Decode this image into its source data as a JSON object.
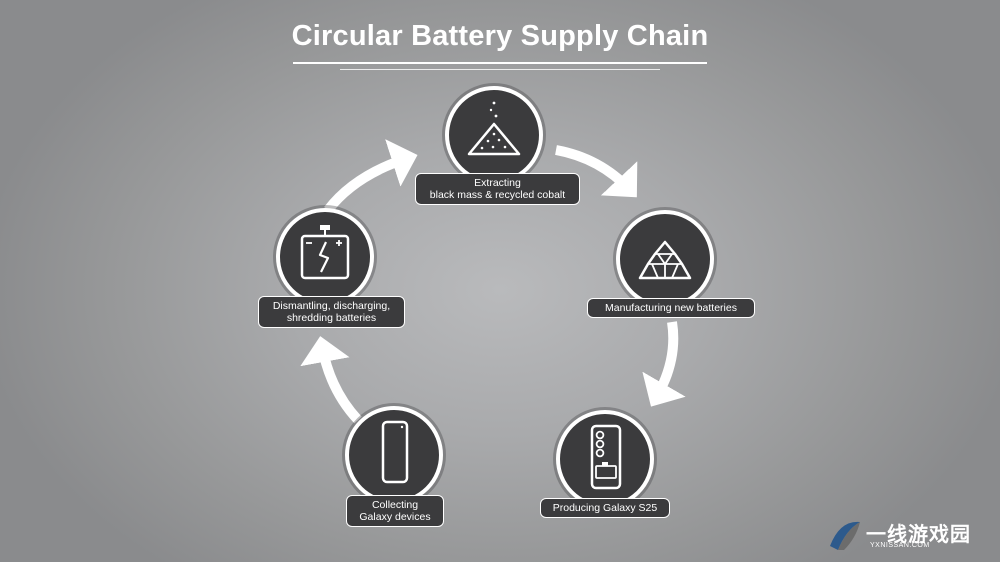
{
  "title": "Circular Battery Supply Chain",
  "steps": [
    {
      "line1": "Extracting",
      "line2": "black mass & recycled cobalt",
      "icon": "powder-pile-icon"
    },
    {
      "line1": "Manufacturing new batteries",
      "line2": "",
      "icon": "battery-materials-pile-icon"
    },
    {
      "line1": "Producing Galaxy S25",
      "line2": "",
      "icon": "galaxy-phone-icon"
    },
    {
      "line1": "Collecting",
      "line2": "Galaxy devices",
      "icon": "smartphone-icon"
    },
    {
      "line1": "Dismantling, discharging,",
      "line2": "shredding batteries",
      "icon": "broken-battery-icon"
    }
  ],
  "watermark": {
    "name": "一线游戏园",
    "url": "YXNISSAN.COM"
  },
  "colors": {
    "node_fill": "#3b3b3d",
    "arrow": "#ffffff",
    "text": "#ffffff"
  }
}
